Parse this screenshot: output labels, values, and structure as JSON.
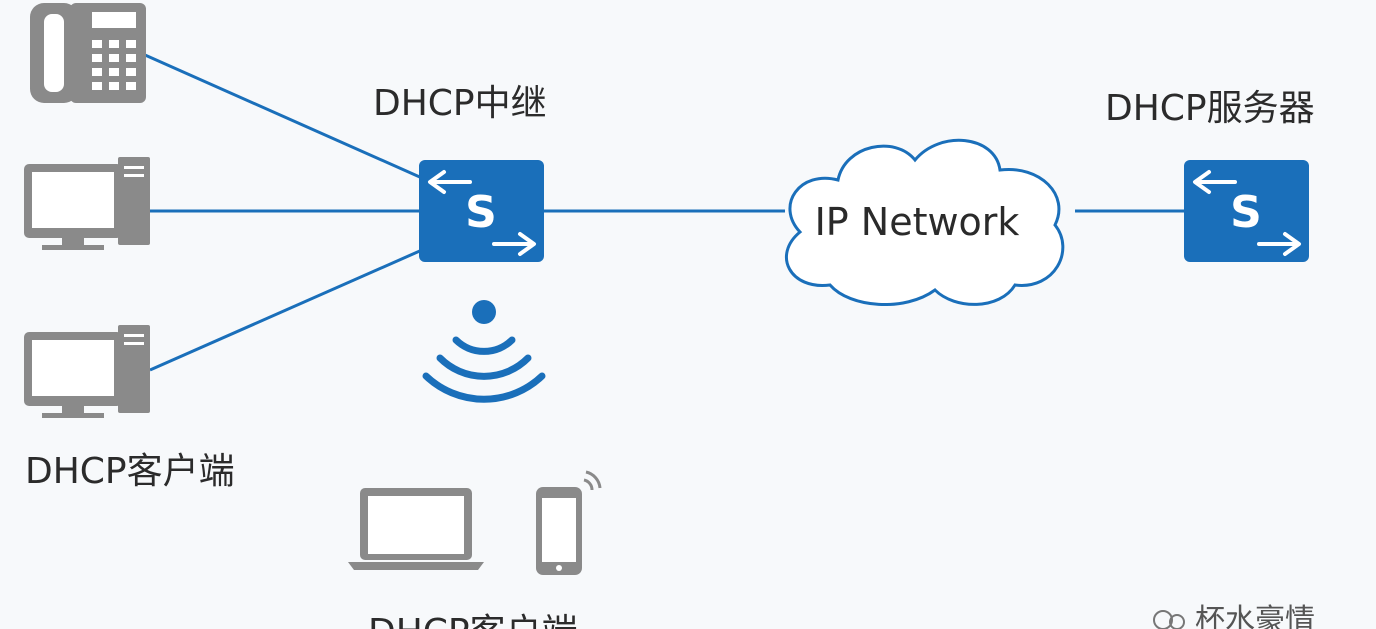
{
  "diagram": {
    "relay_label": "DHCP中继",
    "server_label": "DHCP服务器",
    "network_label": "IP Network",
    "wired_clients_label": "DHCP客户端",
    "wireless_clients_label": "DHCP客户端",
    "switch_letter": "S",
    "watermark": "杯水豪情"
  },
  "colors": {
    "accent": "#1a6fba",
    "line": "#1a6fba",
    "device_gray": "#8a8a8a"
  },
  "icons": [
    "phone-icon",
    "desktop-icon",
    "switch-icon",
    "cloud-icon",
    "wifi-icon",
    "laptop-icon",
    "smartphone-icon"
  ]
}
